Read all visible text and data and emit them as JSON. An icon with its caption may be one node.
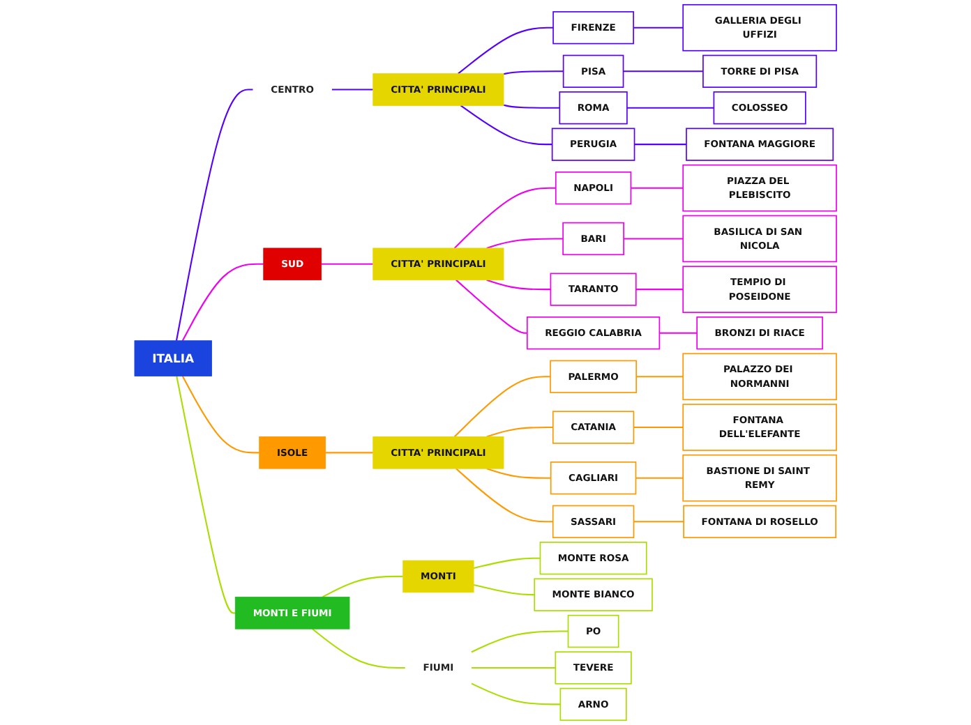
{
  "diagram": {
    "nodes": [
      {
        "text": [
          "ITALIA"
        ]
      },
      {
        "text": [
          "CENTRO"
        ]
      },
      {
        "text": [
          "CITTA' PRINCIPALI"
        ]
      },
      {
        "text": [
          "FIRENZE"
        ]
      },
      {
        "text": [
          "GALLERIA DEGLI UFFIZI"
        ]
      },
      {
        "text": [
          "PISA"
        ]
      },
      {
        "text": [
          "TORRE DI PISA"
        ]
      },
      {
        "text": [
          "ROMA"
        ]
      },
      {
        "text": [
          "COLOSSEO"
        ]
      },
      {
        "text": [
          "PERUGIA"
        ]
      },
      {
        "text": [
          "FONTANA MAGGIORE"
        ]
      },
      {
        "text": [
          "SUD"
        ]
      },
      {
        "text": [
          "CITTA' PRINCIPALI"
        ]
      },
      {
        "text": [
          "NAPOLI"
        ]
      },
      {
        "text": [
          "PIAZZA DEL PLEBISCITO"
        ]
      },
      {
        "text": [
          "BARI"
        ]
      },
      {
        "text": [
          "BASILICA DI SAN NICOLA"
        ]
      },
      {
        "text": [
          "TARANTO"
        ]
      },
      {
        "text": [
          "TEMPIO DI POSEIDONE"
        ]
      },
      {
        "text": [
          "REGGIO CALABRIA"
        ]
      },
      {
        "text": [
          "BRONZI DI RIACE"
        ]
      },
      {
        "text": [
          "ISOLE"
        ]
      },
      {
        "text": [
          "CITTA' PRINCIPALI"
        ]
      },
      {
        "text": [
          "PALERMO"
        ]
      },
      {
        "text": [
          "PALAZZO DEI NORMANNI"
        ]
      },
      {
        "text": [
          "CATANIA"
        ]
      },
      {
        "text": [
          "FONTANA DELL'ELEFANTE"
        ]
      },
      {
        "text": [
          "CAGLIARI"
        ]
      },
      {
        "text": [
          "BASTIONE DI SAINT REMY"
        ]
      },
      {
        "text": [
          "SASSARI"
        ]
      },
      {
        "text": [
          "FONTANA DI ROSELLO"
        ]
      },
      {
        "text": [
          "MONTI E FIUMI"
        ]
      },
      {
        "text": [
          "MONTI"
        ]
      },
      {
        "text": [
          "MONTE ROSA"
        ]
      },
      {
        "text": [
          "MONTE BIANCO"
        ]
      },
      {
        "text": [
          "FIUMI"
        ]
      },
      {
        "text": [
          "PO"
        ]
      },
      {
        "text": [
          "TEVERE"
        ]
      },
      {
        "text": [
          "ARNO"
        ]
      }
    ],
    "edges": [
      {
        "from": 0,
        "to": 1,
        "arrow": "none",
        "color": "#5500ff"
      },
      {
        "from": 1,
        "to": 2,
        "arrow": "none",
        "color": "#5500ff"
      },
      {
        "from": 2,
        "to": 3,
        "arrow": "none",
        "color": "#5500ff"
      },
      {
        "from": 3,
        "to": 4,
        "arrow": "none",
        "color": "#5500ff"
      },
      {
        "from": 2,
        "to": 5,
        "arrow": "none",
        "color": "#5500ff"
      },
      {
        "from": 5,
        "to": 6,
        "arrow": "none",
        "color": "#5500ff"
      },
      {
        "from": 2,
        "to": 7,
        "arrow": "none",
        "color": "#5500ff"
      },
      {
        "from": 7,
        "to": 8,
        "arrow": "none",
        "color": "#5500ff"
      },
      {
        "from": 2,
        "to": 9,
        "arrow": "none",
        "color": "#5500ff"
      },
      {
        "from": 9,
        "to": 10,
        "arrow": "none",
        "color": "#5500ff"
      },
      {
        "from": 0,
        "to": 11,
        "arrow": "none",
        "color": "#ee00ee"
      },
      {
        "from": 11,
        "to": 12,
        "arrow": "none",
        "color": "#ee00ee"
      },
      {
        "from": 12,
        "to": 13,
        "arrow": "none",
        "color": "#ee00ee"
      },
      {
        "from": 13,
        "to": 14,
        "arrow": "none",
        "color": "#ee00ee"
      },
      {
        "from": 12,
        "to": 15,
        "arrow": "none",
        "color": "#ee00ee"
      },
      {
        "from": 15,
        "to": 16,
        "arrow": "none",
        "color": "#ee00ee"
      },
      {
        "from": 12,
        "to": 17,
        "arrow": "none",
        "color": "#ee00ee"
      },
      {
        "from": 17,
        "to": 18,
        "arrow": "none",
        "color": "#ee00ee"
      },
      {
        "from": 12,
        "to": 19,
        "arrow": "none",
        "color": "#ee00ee"
      },
      {
        "from": 19,
        "to": 20,
        "arrow": "none",
        "color": "#ee00ee"
      },
      {
        "from": 0,
        "to": 21,
        "arrow": "none",
        "color": "#ff9900"
      },
      {
        "from": 21,
        "to": 22,
        "arrow": "none",
        "color": "#ff9900"
      },
      {
        "from": 22,
        "to": 23,
        "arrow": "none",
        "color": "#ff9900"
      },
      {
        "from": 23,
        "to": 24,
        "arrow": "none",
        "color": "#ff9900"
      },
      {
        "from": 22,
        "to": 25,
        "arrow": "none",
        "color": "#ff9900"
      },
      {
        "from": 25,
        "to": 26,
        "arrow": "none",
        "color": "#ff9900"
      },
      {
        "from": 22,
        "to": 27,
        "arrow": "none",
        "color": "#ff9900"
      },
      {
        "from": 27,
        "to": 28,
        "arrow": "none",
        "color": "#ff9900"
      },
      {
        "from": 22,
        "to": 29,
        "arrow": "none",
        "color": "#ff9900"
      },
      {
        "from": 29,
        "to": 30,
        "arrow": "none",
        "color": "#ff9900"
      },
      {
        "from": 0,
        "to": 31,
        "arrow": "none",
        "color": "#aadd00"
      },
      {
        "from": 31,
        "to": 32,
        "arrow": "none",
        "color": "#aadd00"
      },
      {
        "from": 32,
        "to": 33,
        "arrow": "none",
        "color": "#aadd00"
      },
      {
        "from": 32,
        "to": 34,
        "arrow": "none",
        "color": "#aadd00"
      },
      {
        "from": 31,
        "to": 35,
        "arrow": "none",
        "color": "#aadd00"
      },
      {
        "from": 35,
        "to": 36,
        "arrow": "none",
        "color": "#aadd00"
      },
      {
        "from": 35,
        "to": 37,
        "arrow": "none",
        "color": "#aadd00"
      },
      {
        "from": 35,
        "to": 38,
        "arrow": "none",
        "color": "#aadd00"
      }
    ]
  }
}
